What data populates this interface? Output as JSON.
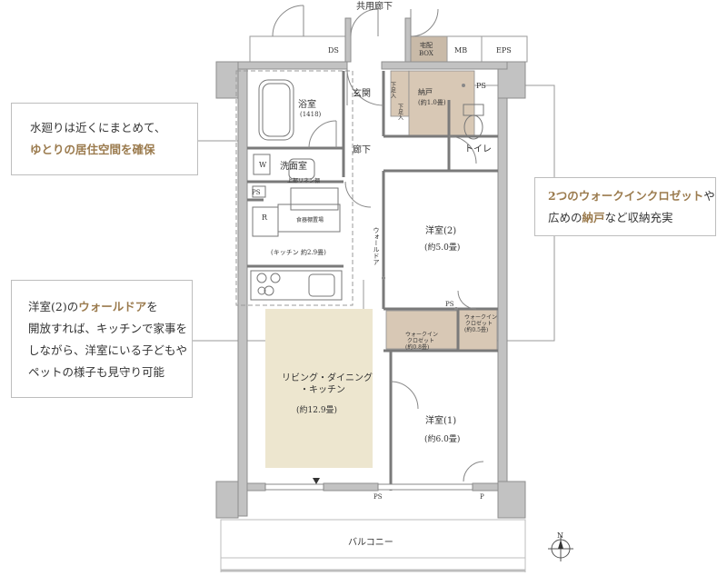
{
  "labels": {
    "corridor_shared": "共用廊下",
    "ds": "DS",
    "takuhai_box_1": "宅配",
    "takuhai_box_2": "BOX",
    "mb": "MB",
    "eps": "EPS",
    "ps": "PS",
    "nando": "納戸",
    "nando_size": "(約1.0畳)",
    "kutsuire_1": "下足入",
    "kutsuire_2": "下足入",
    "genkan": "玄関",
    "bathroom": "浴室",
    "bathroom_size": "(1418)",
    "rouka": "廊下",
    "toilet": "トイレ",
    "washroom": "洗面室",
    "w": "W",
    "linen_shelf": "上部リネン棚",
    "r": "R",
    "pantry": "食器棚置場",
    "kitchen": "(キッチン 約2.9畳)",
    "wall_door": "ウォールドア",
    "western2": "洋室(2)",
    "western2_size": "(約5.0畳)",
    "wic_small_1": "ウォークイン",
    "wic_small_2": "クロゼット",
    "wic_small_size": "(約0.5畳)",
    "wic_large_1": "ウォークイン",
    "wic_large_2": "クロゼット",
    "wic_large_size": "(約0.8畳)",
    "ldk_1": "リビング・ダイニング",
    "ldk_2": "・キッチン",
    "ldk_size": "(約12.9畳)",
    "western1": "洋室(1)",
    "western1_size": "(約6.0畳)",
    "p": "P",
    "balcony": "バルコニー",
    "north": "N"
  },
  "callouts": {
    "water": {
      "line1": "水廻りは近くにまとめて、",
      "line2": "ゆとりの居住空間を確保"
    },
    "storage": {
      "line1_hl": "2つのウォークインクロゼット",
      "line1_rest": "や",
      "line2_pre": "広めの",
      "line2_hl": "納戸",
      "line2_rest": "など収納充実"
    },
    "walldoor": {
      "line1_pre": "洋室(2)の",
      "line1_hl": "ウォールドア",
      "line1_rest": "を",
      "line2": "開放すれば、キッチンで家事を",
      "line3": "しながら、洋室にいる子どもや",
      "line4": "ペットの様子も見守り可能"
    }
  },
  "colors": {
    "accent_text": "#9b7b4e",
    "storage_fill": "#d8c8b5",
    "ldk_fill": "#ede6cf",
    "wall": "#bcbcbc"
  }
}
